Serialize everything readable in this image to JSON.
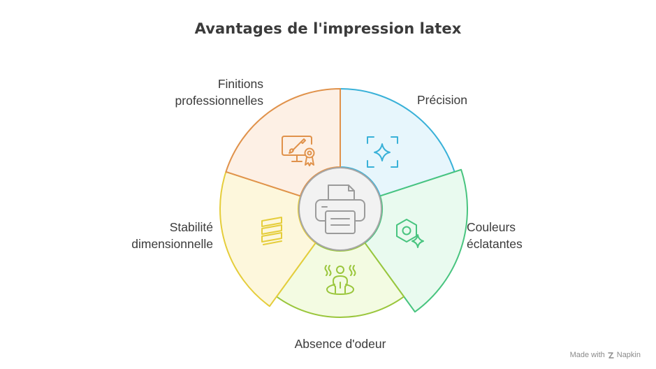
{
  "title": "Avantages de l'impression latex",
  "segments": [
    {
      "id": "precision",
      "lines": [
        "Précision"
      ],
      "color": "#39b1d8",
      "fill": "#e7f6fc",
      "icon": "focus-sparkle-icon"
    },
    {
      "id": "couleurs",
      "lines": [
        "Couleurs",
        "éclatantes"
      ],
      "color": "#48c47f",
      "fill": "#e9faef",
      "icon": "hexagon-sparkle-icon"
    },
    {
      "id": "odeur",
      "lines": [
        "Absence d'odeur"
      ],
      "color": "#9ac63c",
      "fill": "#f3fbe2",
      "icon": "person-steam-icon"
    },
    {
      "id": "stabilite",
      "lines": [
        "Stabilité",
        "dimensionnelle"
      ],
      "color": "#e5cd3b",
      "fill": "#fdf7dc",
      "icon": "stack-layers-icon"
    },
    {
      "id": "finitions",
      "lines": [
        "Finitions",
        "professionnelles"
      ],
      "color": "#e0924b",
      "fill": "#fdf0e5",
      "icon": "monitor-brush-badge-icon"
    }
  ],
  "center_icon": "printer-icon",
  "center_color": "#9b9b9b",
  "footer": {
    "made_with": "Made with",
    "brand": "Napkin"
  }
}
